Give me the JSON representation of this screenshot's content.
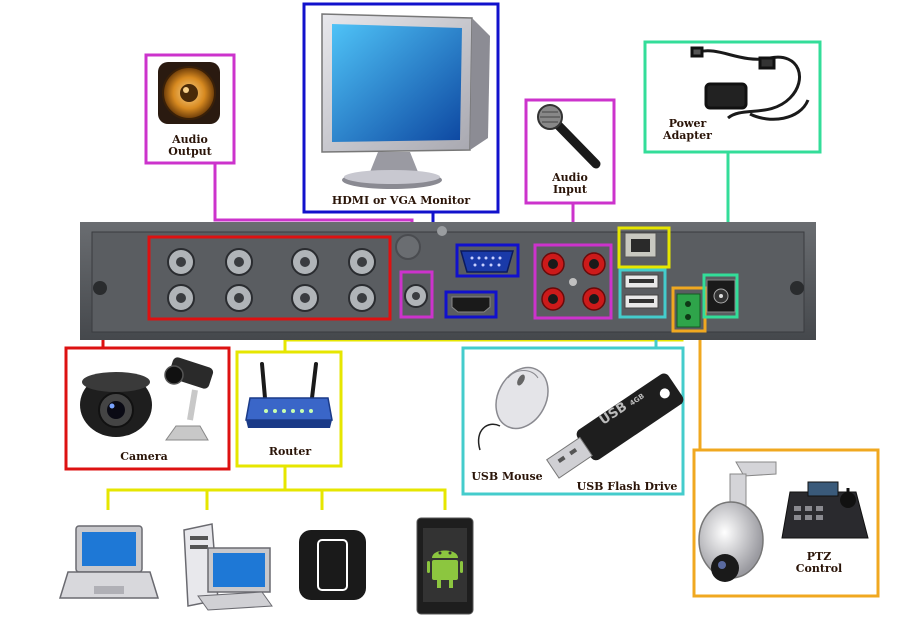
{
  "labels": {
    "audio_output_line1": "Audio",
    "audio_output_line2": "Output",
    "monitor": "HDMI or VGA Monitor",
    "audio_input_line1": "Audio",
    "audio_input_line2": "Input",
    "power_line1": "Power",
    "power_line2": "Adapter",
    "camera": "Camera",
    "router": "Router",
    "usb_mouse": "USB Mouse",
    "usb_flash": "USB Flash Drive",
    "ptz_line1": "PTZ",
    "ptz_line2": "Control",
    "usb_brand": "USB",
    "usb_capacity": "4GB"
  },
  "colors": {
    "audio_output": "#cc33cc",
    "monitor": "#1111cc",
    "audio_input": "#cc33cc",
    "power": "#33dd99",
    "camera": "#dd1111",
    "router": "#e6e600",
    "usb": "#44cccc",
    "ptz": "#f0a820",
    "network": "#e6e600",
    "dvr_body": "#55585c"
  },
  "icons": [
    "speaker-icon",
    "monitor-icon",
    "microphone-icon",
    "power-adapter-icon",
    "camera-icon",
    "router-icon",
    "mouse-icon",
    "usb-drive-icon",
    "ptz-camera-icon",
    "laptop-icon",
    "desktop-pc-icon",
    "smartphone-icon",
    "android-tablet-icon"
  ]
}
